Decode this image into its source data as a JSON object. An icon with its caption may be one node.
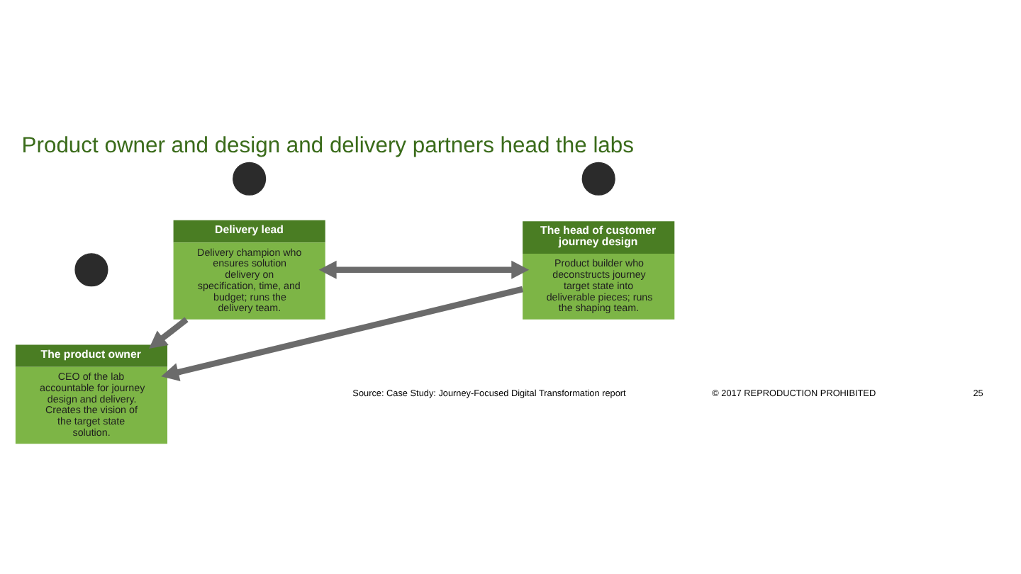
{
  "diagram": {
    "title": "Product owner and design and delivery partners head the labs",
    "nodes": [
      {
        "text": [],
        "shape": "person"
      },
      {
        "text": [
          "The product owner",
          "CEO of the lab accountable for journey design and delivery. Creates the vision of the target state solution."
        ]
      },
      {
        "text": [],
        "shape": "person"
      },
      {
        "text": [
          "The head of customer journey design",
          "Product builder who deconstructs journey target state into deliverable pieces; runs the shaping team."
        ]
      },
      {
        "text": [],
        "shape": "person"
      },
      {
        "text": [
          "Delivery lead",
          "Delivery champion who ensures solution delivery on specification, time, and budget; runs the delivery team."
        ]
      }
    ],
    "edges": [
      {
        "from": 3,
        "to": 1,
        "arrow": "to"
      },
      {
        "from": 5,
        "to": 1,
        "arrow": "to"
      },
      {
        "from": 3,
        "to": 5,
        "arrow": "both"
      }
    ],
    "labels": [
      "Source: Case Study: Journey-Focused Digital Transformation report",
      "© 2017 REPRODUCTION PROHIBITED",
      "25"
    ]
  }
}
